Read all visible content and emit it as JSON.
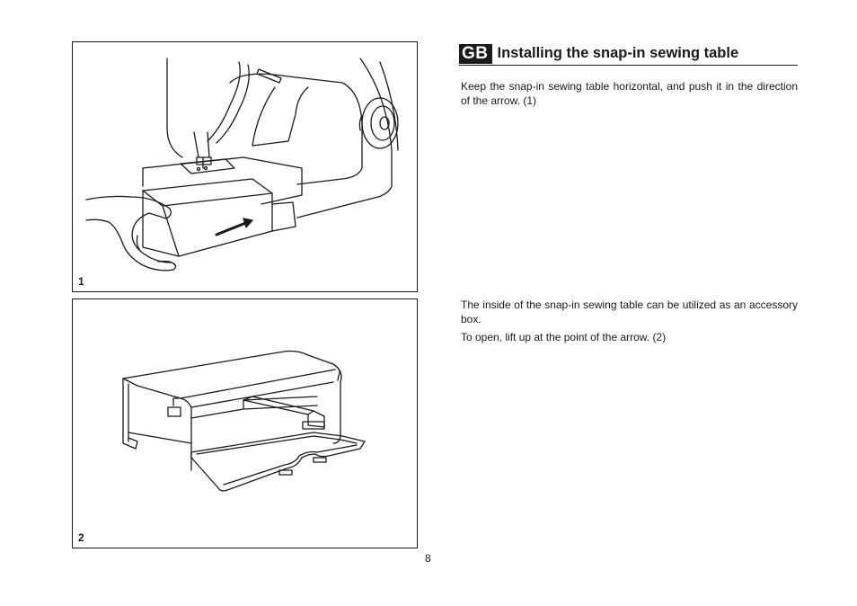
{
  "section": {
    "language_code": "GB",
    "title": "Installing the snap-in sewing table"
  },
  "paragraphs": [
    "Keep the snap-in sewing table horizontal, and push it in the direction of the arrow. (1)",
    "The inside of the snap-in sewing table can be utilized as an accessory box.",
    "To open, lift up at the point of the arrow. (2)"
  ],
  "figures": [
    {
      "number": "1",
      "illustration": "sewing-machine-with-snap-in-table"
    },
    {
      "number": "2",
      "illustration": "snap-in-table-accessory-box-open"
    }
  ],
  "page_number": "8"
}
